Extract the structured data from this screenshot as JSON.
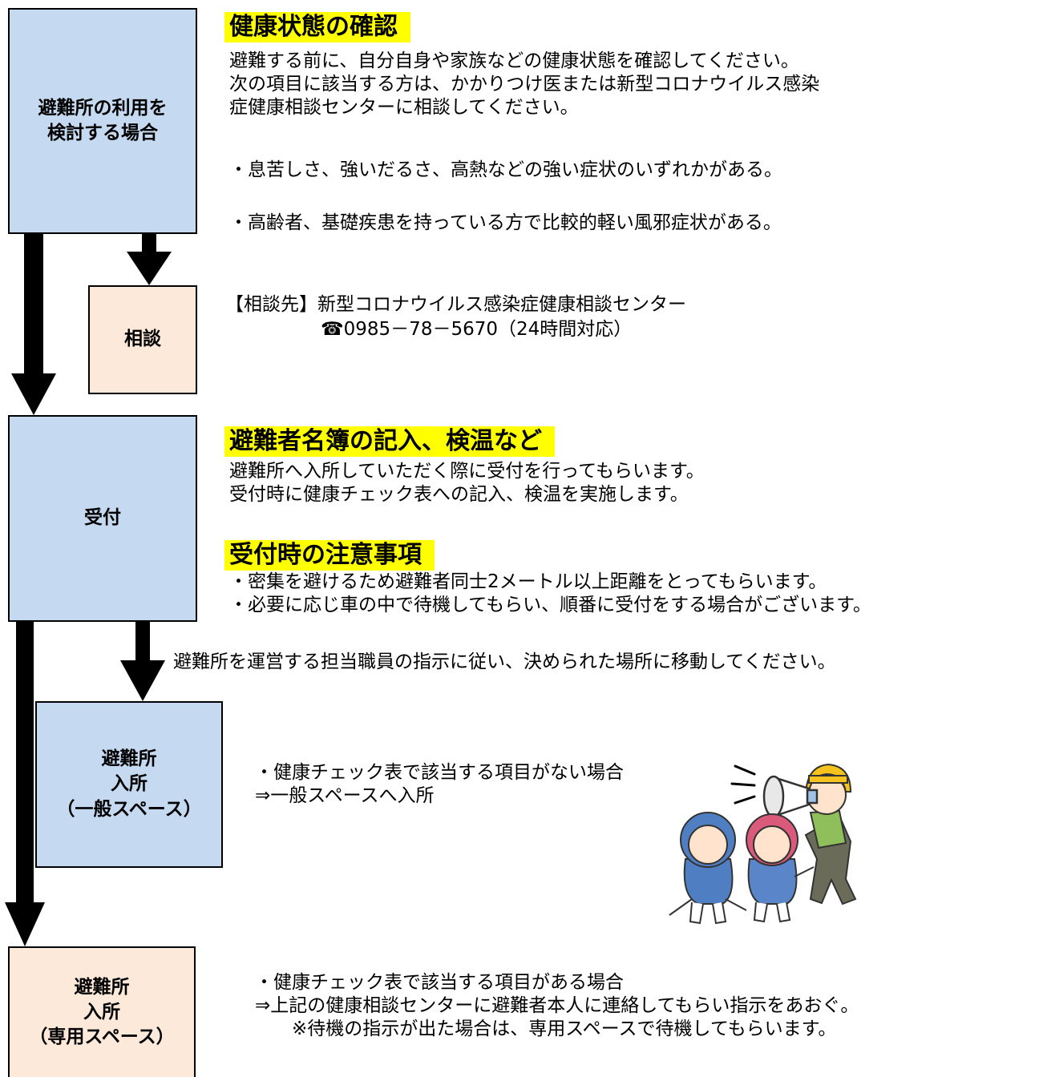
{
  "boxes": {
    "consider": "避難所の利用を\n検討する場合",
    "consult": "相談",
    "reception": "受付",
    "general": "避難所\n入所\n（一般スペース）",
    "dedicated": "避難所\n入所\n（専用スペース）"
  },
  "health": {
    "heading": "健康状態の確認",
    "body": "避難する前に、自分自身や家族などの健康状態を確認してください。\n次の項目に該当する方は、かかりつけ医または新型コロナウイルス感染\n症健康相談センターに相談してください。",
    "item1": "・息苦しさ、強いだるさ、高熱などの強い症状のいずれかがある。",
    "item2": "・高齢者、基礎疾患を持っている方で比較的軽い風邪症状がある。"
  },
  "consult_info": {
    "line1": "【相談先】新型コロナウイルス感染症健康相談センター",
    "line2": "☎0985－78－5670（24時間対応）"
  },
  "register": {
    "heading": "避難者名簿の記入、検温など",
    "body": "避難所へ入所していただく際に受付を行ってもらいます。\n受付時に健康チェック表への記入、検温を実施します。"
  },
  "notes": {
    "heading": "受付時の注意事項",
    "body": "・密集を避けるため避難者同士2メートル以上距離をとってもらいます。\n・必要に応じ車の中で待機してもらい、順番に受付をする場合がございます。"
  },
  "move_text": "避難所を運営する担当職員の指示に従い、決められた場所に移動してください。",
  "general_text": "・健康チェック表で該当する項目がない場合\n⇒一般スペースへ入所",
  "dedicated_text": "・健康チェック表で該当する項目がある場合\n⇒上記の健康相談センターに避難者本人に連絡してもらい指示をあおぐ。\n　　※待機の指示が出た場合は、専用スペースで待機してもらいます。",
  "colors": {
    "box_blue": "#c5d9f1",
    "box_peach": "#fde9d9",
    "highlight": "#ffff00"
  },
  "illustration": "evacuation-guide-with-megaphone-and-children"
}
